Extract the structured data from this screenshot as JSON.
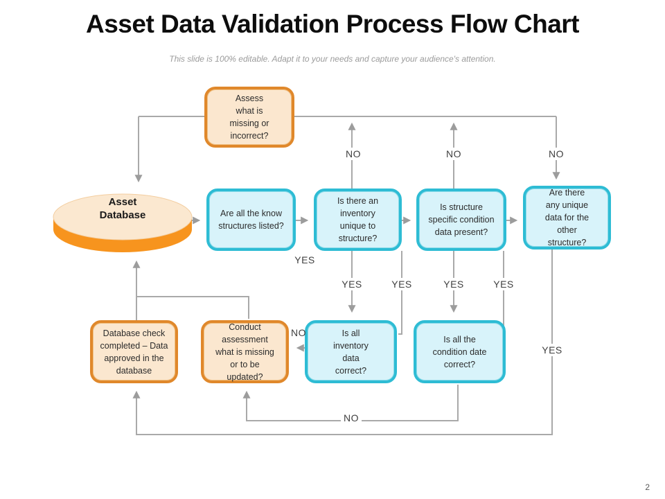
{
  "slide": {
    "title": "Asset Data Validation Process Flow Chart",
    "subtitle": "This slide is 100% editable. Adapt it to your needs and capture your audience's attention.",
    "page_number": "2"
  },
  "colors": {
    "cyan_border": "#2EBCD4",
    "cyan_fill": "#D8F3FA",
    "orange_border": "#E0882B",
    "orange_fill": "#FBE7CF",
    "cylinder_side": "#F7941E",
    "cylinder_top": "#FBE8D0",
    "connector_gray": "#A9A9A9",
    "edge_label_text": "#3F3F3F"
  },
  "nodes": {
    "assess": {
      "label": "Assess what is missing or incorrect?"
    },
    "database": {
      "label": "Asset Database"
    },
    "structures_listed": {
      "label": "Are all the know structures listed?"
    },
    "inventory_unique": {
      "label": "Is there an inventory unique to structure?"
    },
    "condition_present": {
      "label": "Is structure specific condition data present?"
    },
    "unique_other": {
      "label": "Are there any unique data for the other structure?"
    },
    "db_check": {
      "label": "Database check completed – Data approved in the database"
    },
    "conduct_assessment": {
      "label": "Conduct assessment what is missing or to be updated?"
    },
    "inventory_correct": {
      "label": "Is all inventory data correct?"
    },
    "condition_correct": {
      "label": "Is all the condition date correct?"
    }
  },
  "edge_labels": {
    "no_inventory_unique": "NO",
    "no_condition_present": "NO",
    "no_unique_other": "NO",
    "yes_structures_listed": "YES",
    "yes_inventory_center": "YES",
    "yes_inventory_right": "YES",
    "yes_condition_center": "YES",
    "yes_condition_right": "YES",
    "no_inventory_correct": "NO",
    "yes_unique_other": "YES",
    "no_condition_correct": "NO"
  }
}
